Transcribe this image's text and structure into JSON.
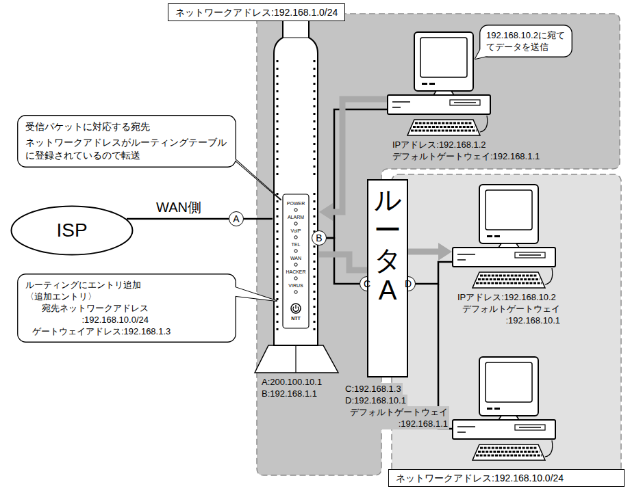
{
  "diagram": {
    "nodes": [
      {
        "text": [
          "ネットワークアドレス:192.168.1.0/24"
        ]
      },
      {
        "text": [
          "192.168.10.2に宛ててデータを送信"
        ],
        "in": 0
      },
      {
        "text": [
          "IPアドレス:192.168.1.2",
          "デフォルトゲートウェイ:192.168.1.1"
        ],
        "in": 0
      },
      {
        "text": [
          "受信パケットに対応する宛先",
          "ネットワークアドレスがルーティングテーブルに登録されているので転送"
        ]
      },
      {
        "text": [
          "ISP"
        ]
      },
      {
        "text": [
          "A"
        ]
      },
      {
        "text": [
          "A:200.100.10.1",
          "B:192.168.1.1"
        ],
        "in": 0
      },
      {
        "text": [
          "B"
        ],
        "in": 0
      },
      {
        "text": [
          "ルーティングにエントリ追加",
          "〈追加エントリ〉",
          "宛先ネットワークアドレス :192.168.10.0/24",
          "ゲートウェイアドレス:192.168.1.3"
        ]
      },
      {
        "text": [
          "C"
        ],
        "in": 0
      },
      {
        "text": [
          "ネットワークアドレス:192.168.10.0/24"
        ]
      },
      {
        "text": [
          "ルータA",
          "C:192.168.1.3",
          "D:192.168.10.1",
          "デフォルトゲートウェイ :192.168.1.1"
        ]
      },
      {
        "text": [
          "D"
        ],
        "in": 10
      },
      {
        "text": [
          "IPアドレス:192.168.10.2",
          "デフォルトゲートウェイ :192.168.10.1"
        ],
        "in": 10
      }
    ],
    "edges": [
      {
        "from": 4,
        "to": 5,
        "arrow": "none",
        "label": "WAN側"
      },
      {
        "from": 5,
        "to": 6,
        "arrow": "none"
      },
      {
        "from": 7,
        "to": 2,
        "arrow": "none"
      },
      {
        "from": 7,
        "to": 9,
        "arrow": "none"
      },
      {
        "from": 12,
        "to": 13,
        "arrow": "none"
      },
      {
        "from": 2,
        "to": 6,
        "arrow": "to"
      },
      {
        "from": 6,
        "to": 11,
        "arrow": "none"
      },
      {
        "from": 11,
        "to": 13,
        "arrow": "to"
      }
    ],
    "labels": [
      "POWER",
      "ALARM",
      "VoIP",
      "TEL",
      "WAN",
      "HACKER",
      "VIRUS",
      "NTT"
    ]
  }
}
